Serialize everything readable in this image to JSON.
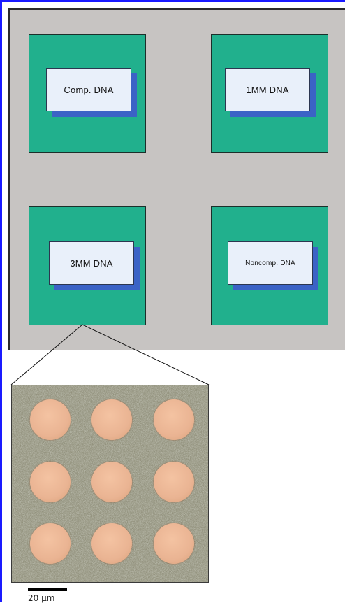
{
  "colors": {
    "frame": "#1a1aff",
    "substrate": "#c7c4c2",
    "spot": "#21b08d",
    "label_fill": "#e9f0fa",
    "label_shadow": "#3b63c6",
    "micro_background": "#9b9a86",
    "micro_dot": "#eab493"
  },
  "spots": [
    {
      "label": "Comp. DNA"
    },
    {
      "label": "1MM DNA"
    },
    {
      "label": "3MM DNA"
    },
    {
      "label": "Noncomp. DNA"
    }
  ],
  "scale_bar": {
    "label": "20 μm"
  }
}
